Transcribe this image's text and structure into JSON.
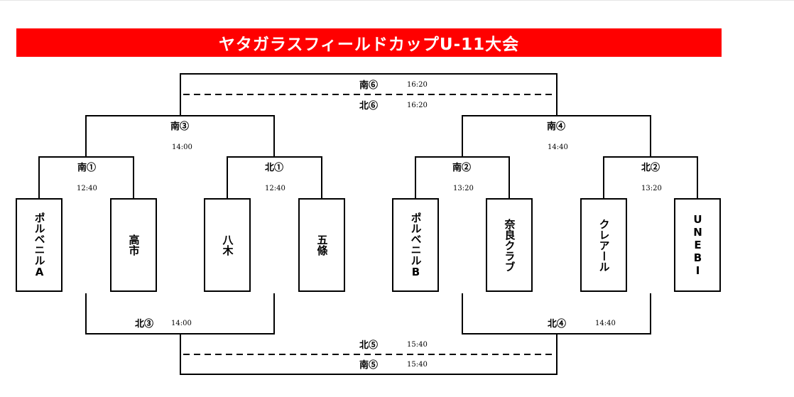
{
  "title": "ヤタガラスフィールドカップU-11大会",
  "teams": [
    "ポルベニルA",
    "高市",
    "八木",
    "五條",
    "ポルベニルB",
    "奈良クラブ",
    "クレアール",
    "UNEBI"
  ],
  "matches": {
    "south1": {
      "label": "南①",
      "time": "12:40"
    },
    "north1": {
      "label": "北①",
      "time": "12:40"
    },
    "south2": {
      "label": "南②",
      "time": "13:20"
    },
    "north2": {
      "label": "北②",
      "time": "13:20"
    },
    "south3": {
      "label": "南③",
      "time": "14:00"
    },
    "north3": {
      "label": "北③",
      "time": "14:00"
    },
    "south4": {
      "label": "南④",
      "time": "14:40"
    },
    "north4": {
      "label": "北④",
      "time": "14:40"
    },
    "south5": {
      "label": "南⑤",
      "time": "15:40"
    },
    "north5": {
      "label": "北⑤",
      "time": "15:40"
    },
    "south6": {
      "label": "南⑥",
      "time": "16:20"
    },
    "north6": {
      "label": "北⑥",
      "time": "16:20"
    }
  }
}
